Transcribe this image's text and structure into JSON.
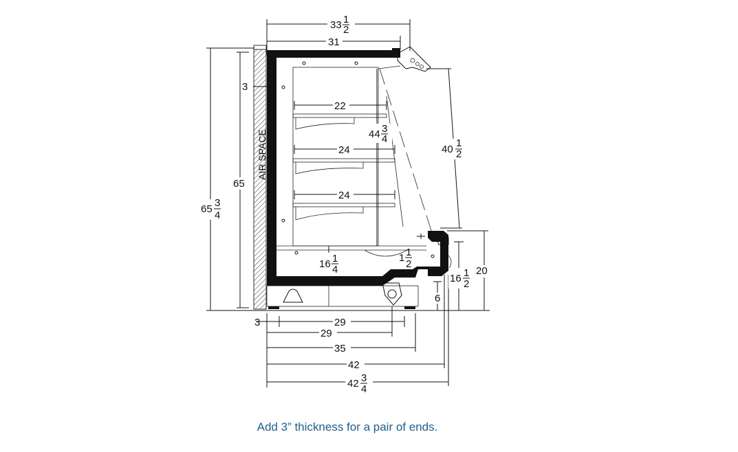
{
  "diagram": {
    "air_space_label": "AIR SPACE",
    "dims": {
      "top_33_half": "33",
      "top_31": "31",
      "left_3": "3",
      "shelf_22": "22",
      "shelf_24a": "24",
      "shelf_24b": "24",
      "inner_44_3_4": "44",
      "glass_40_half": "40",
      "height_65": "65",
      "height_65_3_4": "65",
      "base_16_1_4": "16",
      "lip_1_half": "1",
      "front_16_half": "16",
      "front_20": "20",
      "kick_6": "6",
      "bottom_3": "3",
      "bottom_29a": "29",
      "bottom_29b": "29",
      "bottom_35": "35",
      "bottom_42": "42",
      "bottom_42_3_4": "42"
    },
    "fractions": {
      "one": "1",
      "two": "2",
      "three": "3",
      "four": "4"
    }
  },
  "caption": "Add 3” thickness for a pair of ends."
}
